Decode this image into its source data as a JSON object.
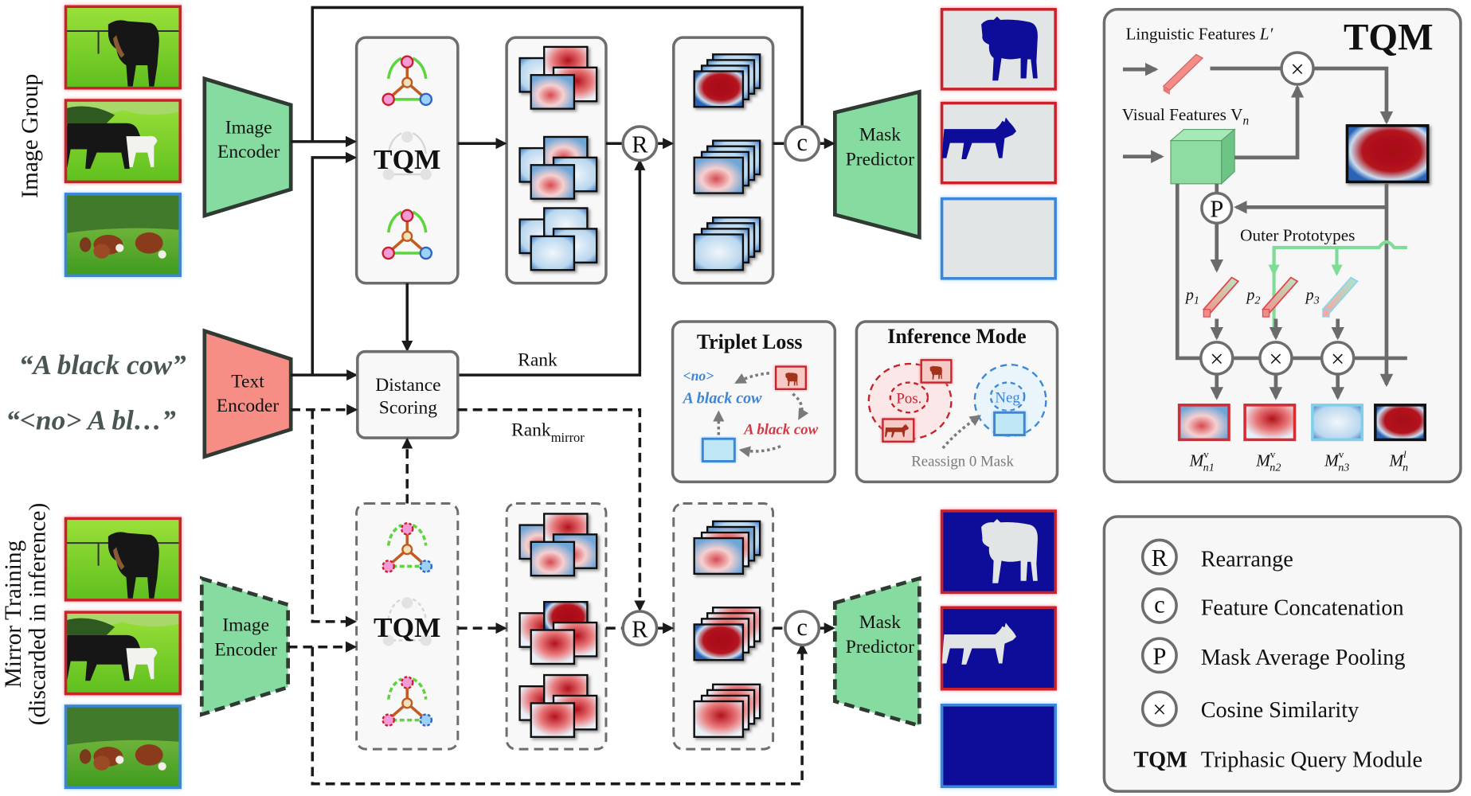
{
  "figure": {
    "side_labels": {
      "image_group": "Image Group",
      "mirror_training_line1": "Mirror Training",
      "mirror_training_line2": "(discarded in inference)"
    },
    "input_images": {
      "group": [
        {
          "desc": "black cow standing by fence",
          "frame": "red"
        },
        {
          "desc": "black cow and white calf walking",
          "frame": "red"
        },
        {
          "desc": "brown and white cows grazing",
          "frame": "blue"
        }
      ]
    },
    "text_inputs": {
      "positive": "“A black cow”",
      "negative": "“<no> A bl…”"
    },
    "encoders": {
      "image_encoder_line1": "Image",
      "image_encoder_line2": "Encoder",
      "text_encoder_line1": "Text",
      "text_encoder_line2": "Encoder",
      "mask_predictor_line1": "Mask",
      "mask_predictor_line2": "Predictor"
    },
    "modules": {
      "tqm": "TQM",
      "distance_scoring_line1": "Distance",
      "distance_scoring_line2": "Scoring",
      "rank": "Rank",
      "rank_mirror_base": "Rank",
      "rank_mirror_sub": "mirror"
    },
    "operators": {
      "rearrange": "R",
      "concat": "c",
      "pooling": "P",
      "cosine": "×"
    },
    "triplet_loss": {
      "title": "Triplet Loss",
      "neg_prefix": "<no>",
      "neg_text": "A black cow",
      "pos_text": "A black cow"
    },
    "inference_mode": {
      "title": "Inference Mode",
      "pos": "Pos.",
      "neg": "Neg",
      "caption": "Reassign 0 Mask"
    },
    "tqm_panel": {
      "title": "TQM",
      "linguistic_label": "Linguistic Features ",
      "linguistic_symbol": "L′",
      "visual_label": "Visual Features ",
      "visual_symbol": "V",
      "visual_sub": "n",
      "outer_prototypes": "Outer Prototypes",
      "prototypes": [
        {
          "base": "p",
          "sub": "1"
        },
        {
          "base": "p",
          "sub": "2"
        },
        {
          "base": "p",
          "sub": "3"
        }
      ],
      "outputs": [
        {
          "base": "M",
          "sup": "v",
          "sub": "n1"
        },
        {
          "base": "M",
          "sup": "v",
          "sub": "n2"
        },
        {
          "base": "M",
          "sup": "v",
          "sub": "n3"
        },
        {
          "base": "M",
          "sup": "l",
          "sub": "n"
        }
      ]
    },
    "legend": {
      "items": [
        {
          "symbol": "R",
          "label": "Rearrange"
        },
        {
          "symbol": "c",
          "label": "Feature Concatenation"
        },
        {
          "symbol": "P",
          "label": "Mask Average Pooling"
        },
        {
          "symbol": "×",
          "label": "Cosine Similarity"
        },
        {
          "symbol": "TQM",
          "label": "Triphasic Query Module"
        }
      ]
    },
    "colors": {
      "positive_frame": "#c8202a",
      "negative_frame": "#3b86d6",
      "encoder_green": "#86dca0",
      "text_encoder_red": "#f78e86",
      "mask_blue": "#0d0f9a",
      "mask_bg": "#e2e5e6",
      "outer_proto_green": "#7fdc98"
    }
  }
}
